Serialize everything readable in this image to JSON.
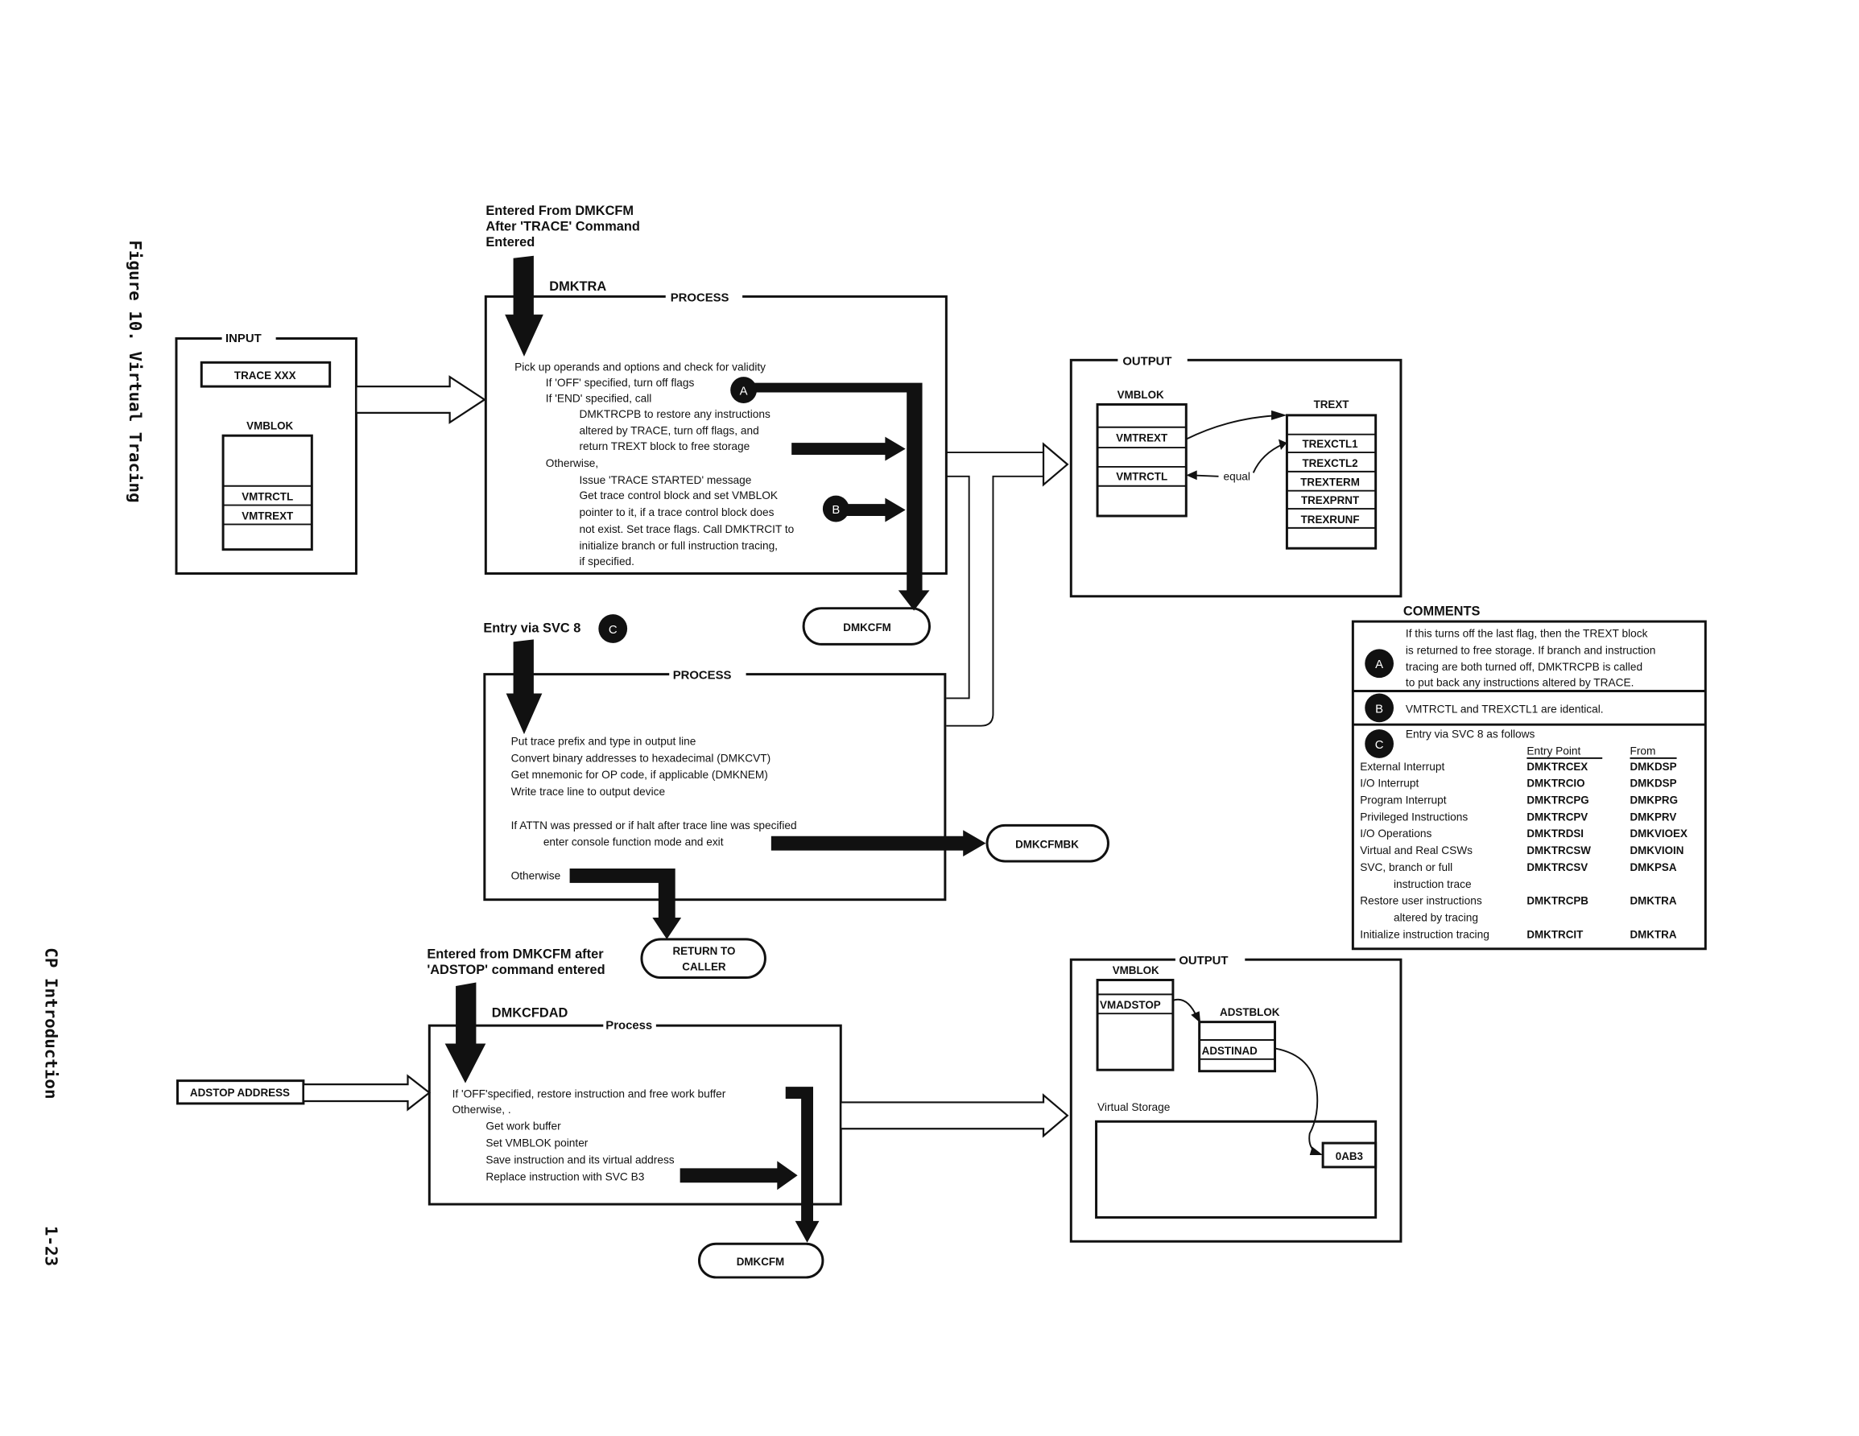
{
  "side": {
    "figure_title": "Figure 10.  Virtual Tracing",
    "section": "CP Introduction",
    "page_number": "1-23"
  },
  "input": {
    "title": "INPUT",
    "command": "TRACE XXX",
    "block_label": "VMBLOK",
    "fields": [
      "VMTRCTL",
      "VMTREXT"
    ]
  },
  "trace_process": {
    "entry": [
      "Entered From DMKCFM",
      "After 'TRACE' Command",
      "Entered"
    ],
    "module": "DMKTRA",
    "title": "PROCESS",
    "lines": [
      "Pick up operands and options and check for validity",
      "If 'OFF' specified, turn off flags",
      "If 'END' specified, call",
      "DMKTRCPB to restore any instructions",
      "altered by TRACE, turn off flags, and",
      "return TREXT block to free storage",
      "Otherwise,",
      "Issue 'TRACE STARTED'  message",
      "Get trace control block and set VMBLOK",
      "pointer to it, if a trace control block does",
      "not exist. Set trace flags. Call DMKTRCIT to",
      "initialize branch or full instruction tracing,",
      "if specified."
    ],
    "marker_a": "A",
    "marker_b": "B",
    "exit": "DMKCFM"
  },
  "svc_process": {
    "entry": "Entry via SVC 8",
    "marker_c": "C",
    "title": "PROCESS",
    "lines": [
      "Put trace prefix and type in output line",
      "Convert binary addresses to hexadecimal (DMKCVT)",
      "Get mnemonic for OP code, if applicable (DMKNEM)",
      "Write trace line to output device",
      "If ATTN was pressed or if halt after trace line was specified",
      "enter console function mode and exit",
      "Otherwise"
    ],
    "exit_attn": "DMKCFMBK",
    "exit_return": [
      "RETURN TO",
      "CALLER"
    ]
  },
  "trace_output": {
    "title": "OUTPUT",
    "vmblok_label": "VMBLOK",
    "vmblok_fields": [
      "VMTREXT",
      "VMTRCTL"
    ],
    "trext_label": "TREXT",
    "trext_fields": [
      "TREXCTL1",
      "TREXCTL2",
      "TREXTERM",
      "TREXPRNT",
      "TREXRUNF"
    ],
    "equal_label": "equal"
  },
  "comments": {
    "title": "COMMENTS",
    "a_marker": "A",
    "a_lines": [
      "If this turns off the last flag, then the TREXT block",
      "is returned to free storage. If branch and instruction",
      "tracing are both turned off, DMKTRCPB is called",
      "to put back any instructions altered by TRACE."
    ],
    "b_marker": "B",
    "b_text": "VMTRCTL and TREXCTL1 are identical.",
    "c_marker": "C",
    "c_text": "Entry via SVC 8 as follows",
    "headers": [
      "Entry Point",
      "From"
    ],
    "rows": [
      {
        "label": "External Interrupt",
        "entry": "DMKTRCEX",
        "from": "DMKDSP"
      },
      {
        "label": "I/O Interrupt",
        "entry": "DMKTRCIO",
        "from": "DMKDSP"
      },
      {
        "label": "Program Interrupt",
        "entry": "DMKTRCPG",
        "from": "DMKPRG"
      },
      {
        "label": "Privileged Instructions",
        "entry": "DMKTRCPV",
        "from": "DMKPRV"
      },
      {
        "label": "I/O Operations",
        "entry": "DMKTRDSI",
        "from": "DMKVIOEX"
      },
      {
        "label": "Virtual and Real CSWs",
        "entry": "DMKTRCSW",
        "from": "DMKVIOIN"
      },
      {
        "label": "SVC, branch or full",
        "label2": "instruction trace",
        "entry": "DMKTRCSV",
        "from": "DMKPSA"
      },
      {
        "label": "Restore user instructions",
        "label2": "altered by tracing",
        "entry": "DMKTRCPB",
        "from": "DMKTRA"
      },
      {
        "label": "Initialize instruction tracing",
        "entry": "DMKTRCIT",
        "from": "DMKTRA"
      }
    ]
  },
  "adstop": {
    "entry": [
      "Entered from DMKCFM after",
      "'ADSTOP' command entered"
    ],
    "input": "ADSTOP ADDRESS",
    "module": "DMKCFDAD",
    "title": "Process",
    "lines": [
      "If 'OFF'specified, restore instruction and free work buffer",
      "Otherwise,  .",
      "Get work buffer",
      "Set VMBLOK pointer",
      "Save instruction and its virtual address",
      "Replace instruction with SVC B3"
    ],
    "exit": "DMKCFM"
  },
  "adstop_output": {
    "title": "OUTPUT",
    "vmblok_label": "VMBLOK",
    "vmblok_field": "VMADSTOP",
    "adstblok_label": "ADSTBLOK",
    "adstblok_field": "ADSTINAD",
    "storage_label": "Virtual Storage",
    "storage_value": "0AB3"
  }
}
